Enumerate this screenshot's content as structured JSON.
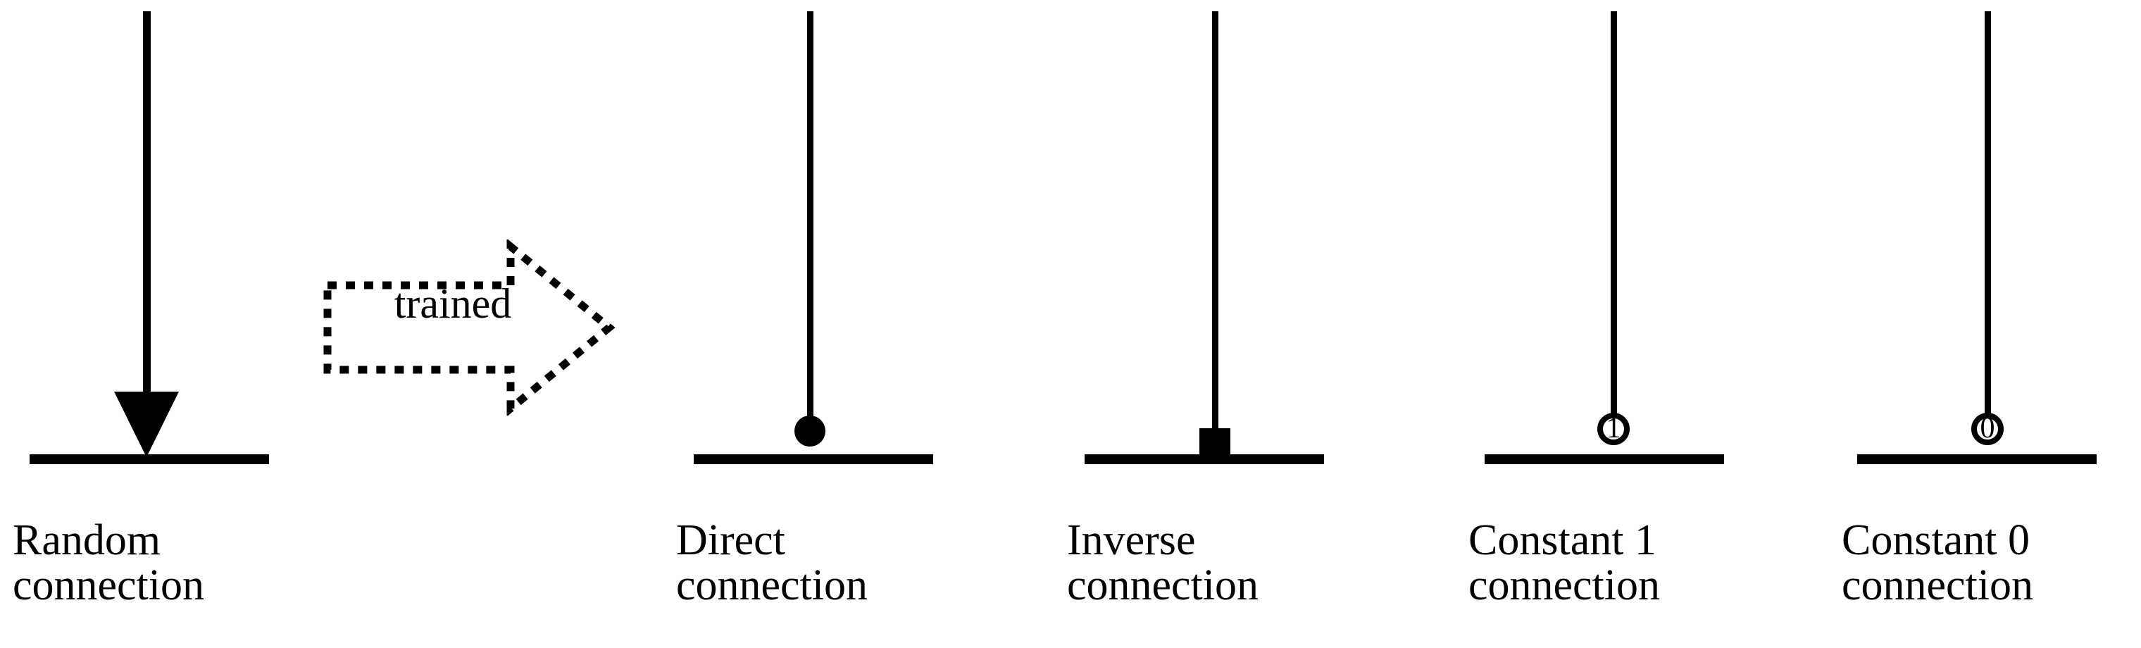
{
  "figure": {
    "background_color": "#ffffff",
    "ink_color": "#000000",
    "transition": {
      "label": "trained",
      "icon": "dotted-block-arrow-right"
    },
    "symbols": [
      {
        "id": "random",
        "terminator": "filled-triangle-arrowhead",
        "caption_line1": "Random",
        "caption_line2": "connection"
      },
      {
        "id": "direct",
        "terminator": "filled-circle",
        "caption_line1": "Direct",
        "caption_line2": "connection"
      },
      {
        "id": "inverse",
        "terminator": "filled-square",
        "caption_line1": "Inverse",
        "caption_line2": "connection"
      },
      {
        "id": "constant-1",
        "terminator": "open-circle",
        "terminator_digit": "1",
        "caption_line1": "Constant 1",
        "caption_line2": "connection"
      },
      {
        "id": "constant-0",
        "terminator": "open-circle",
        "terminator_digit": "0",
        "caption_line1": "Constant 0",
        "caption_line2": "connection"
      }
    ]
  }
}
